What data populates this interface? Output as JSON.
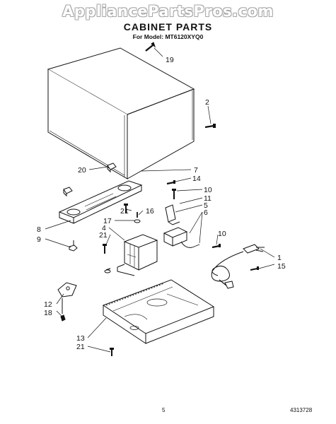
{
  "watermark": "AppliancePartsPros.com",
  "title": "CABINET PARTS",
  "subtitle": "For Model: MT6120XYQ0",
  "page_number": "5",
  "doc_code": "4313728",
  "callouts": {
    "c19": "19",
    "c2": "2",
    "c7": "7",
    "c14": "14",
    "c20": "20",
    "c10a": "10",
    "c11": "11",
    "c5": "5",
    "c6": "6",
    "c21a": "21",
    "c16": "16",
    "c17": "17",
    "c4": "4",
    "c21b": "21",
    "c8": "8",
    "c9": "9",
    "c10b": "10",
    "c1": "1",
    "c15": "15",
    "c12": "12",
    "c18": "18",
    "c13": "13",
    "c21c": "21"
  }
}
